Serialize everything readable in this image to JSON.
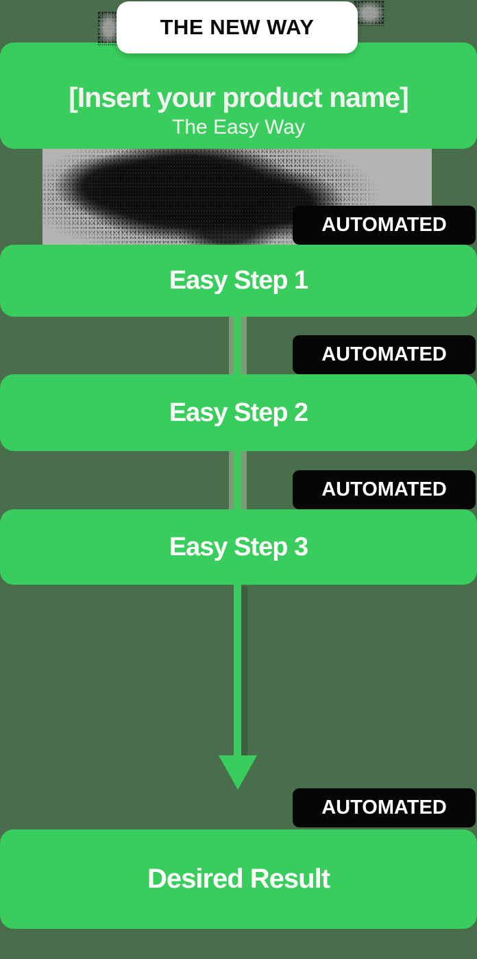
{
  "graphic": {
    "badge_top": {
      "label": "THE NEW WAY"
    },
    "header": {
      "title": "[Insert your product name]",
      "subtitle": "The Easy Way"
    },
    "automated_label": "AUTOMATED",
    "steps": [
      {
        "label": "Easy Step 1"
      },
      {
        "label": "Easy Step 2"
      },
      {
        "label": "Easy Step 3"
      }
    ],
    "result": {
      "label": "Desired Result"
    },
    "colors": {
      "accent_green": "#38cd5d",
      "background_sage": "#4a6e4c",
      "badge_black": "#050505",
      "smudge_gray": "#b4b4b4",
      "text_white": "#f2f2f0",
      "badge_text_black": "#0b0b0b"
    }
  }
}
